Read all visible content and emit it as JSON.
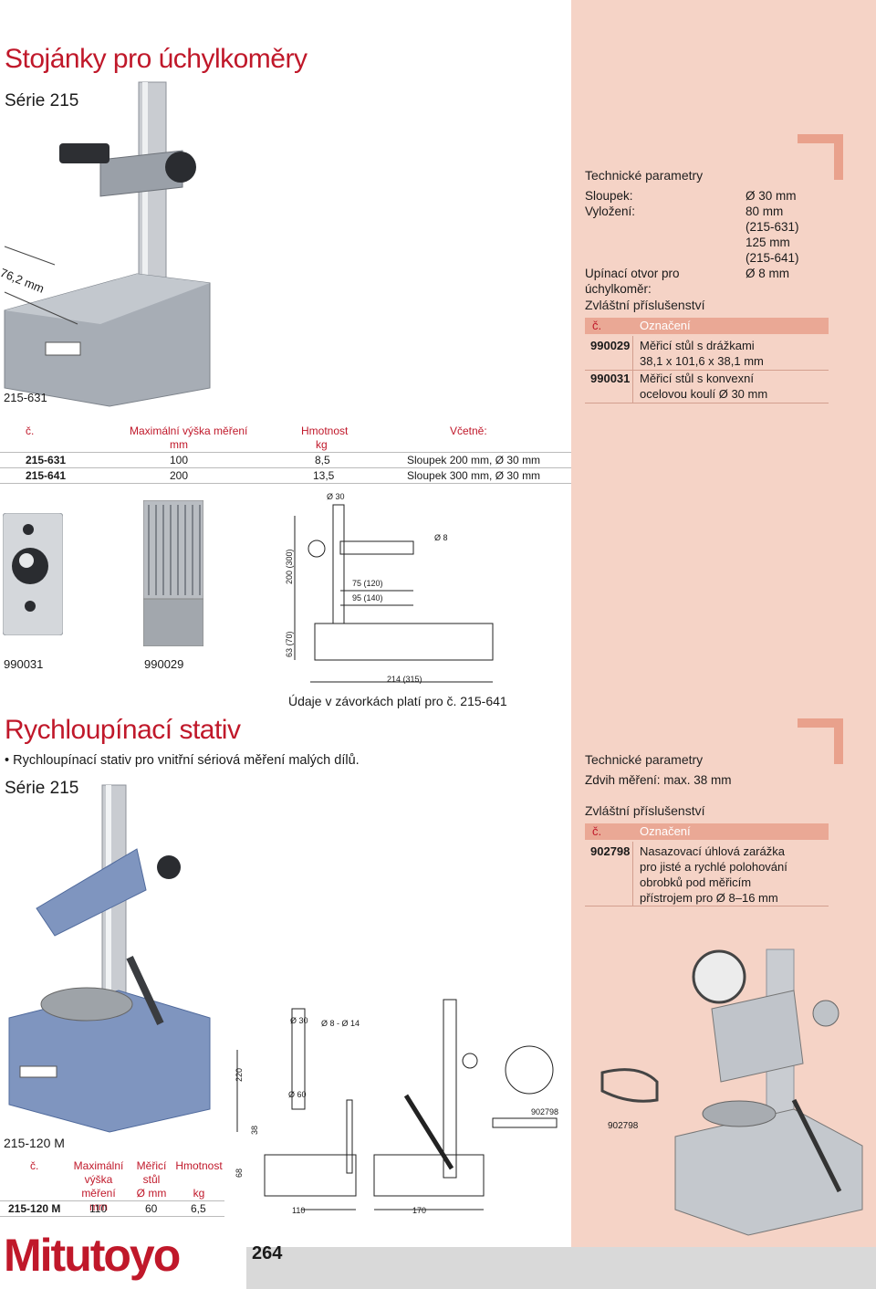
{
  "section1": {
    "title": "Stojánky pro úchylkoměry",
    "series": "Série 215",
    "photo_model": "215-631",
    "dim_label": "76,2 mm",
    "tech": {
      "heading": "Technické parametry",
      "rows": [
        {
          "label": "Sloupek:",
          "value": "Ø 30 mm"
        },
        {
          "label": "Vyložení:",
          "value": "80 mm"
        },
        {
          "label": "",
          "value": "(215-631)"
        },
        {
          "label": "",
          "value": "125 mm"
        },
        {
          "label": "",
          "value": "(215-641)"
        },
        {
          "label": "Upínací otvor pro úchylkoměr:",
          "value": "Ø 8 mm"
        }
      ]
    },
    "accessories": {
      "heading": "Zvláštní příslušenství",
      "col_no": "č.",
      "col_name": "Označení",
      "items": [
        {
          "no": "990029",
          "line1": "Měřicí stůl s drážkami",
          "line2": "38,1 x 101,6 x 38,1 mm"
        },
        {
          "no": "990031",
          "line1": "Měřicí stůl s konvexní",
          "line2": "ocelovou koulí Ø 30 mm"
        }
      ]
    },
    "table": {
      "headers": {
        "no": "č.",
        "height": "Maximální výška měření",
        "height_unit": "mm",
        "weight": "Hmotnost",
        "weight_unit": "kg",
        "incl": "Včetně:"
      },
      "rows": [
        {
          "no": "215-631",
          "height": "100",
          "weight": "8,5",
          "incl": "Sloupek 200 mm, Ø 30 mm"
        },
        {
          "no": "215-641",
          "height": "200",
          "weight": "13,5",
          "incl": "Sloupek 300 mm, Ø 30 mm"
        }
      ]
    },
    "acc_captions": [
      "990031",
      "990029"
    ],
    "drawing": {
      "d30": "Ø 30",
      "d8": "Ø 8",
      "h200": "200 (300)",
      "w75": "75 (120)",
      "w95": "95 (140)",
      "h63": "63 (70)",
      "w214": "214 (315)"
    },
    "note": "Údaje v závorkách platí pro č. 215-641"
  },
  "section2": {
    "title": "Rychloupínací stativ",
    "bullet": "Rychloupínací stativ pro vnitřní sériová měření malých dílů.",
    "series": "Série 215",
    "photo_model": "215-120 M",
    "tech": {
      "heading": "Technické parametry",
      "row": "Zdvih měření: max. 38 mm"
    },
    "accessories": {
      "heading": "Zvláštní příslušenství",
      "col_no": "č.",
      "col_name": "Označení",
      "item_no": "902798",
      "lines": [
        "Nasazovací úhlová zarážka",
        "pro jisté a rychlé polohování",
        "obrobků pod měřicím",
        "přístrojem pro Ø 8–16 mm"
      ]
    },
    "table": {
      "h_no": "č.",
      "h_height": [
        "Maximální",
        "výška měření",
        "mm"
      ],
      "h_table": [
        "Měřicí",
        "stůl",
        "Ø mm"
      ],
      "h_weight": [
        "Hmotnost",
        "",
        "kg"
      ],
      "row": {
        "no": "215-120 M",
        "height": "110",
        "table": "60",
        "weight": "6,5"
      }
    },
    "drawing": {
      "d30": "Ø 30",
      "d8_14": "Ø 8 - Ø 14",
      "h220": "220",
      "d60": "Ø 60",
      "h38": "38",
      "h68": "68",
      "w110": "110",
      "w170": "170",
      "acc_label": "902798"
    },
    "photo2_label": "902798"
  },
  "footer": {
    "logo": "Mitutoyo",
    "page": "264"
  },
  "colors": {
    "brand_red": "#c0182a",
    "sidebar_pink": "#f5d3c6",
    "header_salmon": "#eaa895",
    "accent_corner": "#e9a18c"
  }
}
